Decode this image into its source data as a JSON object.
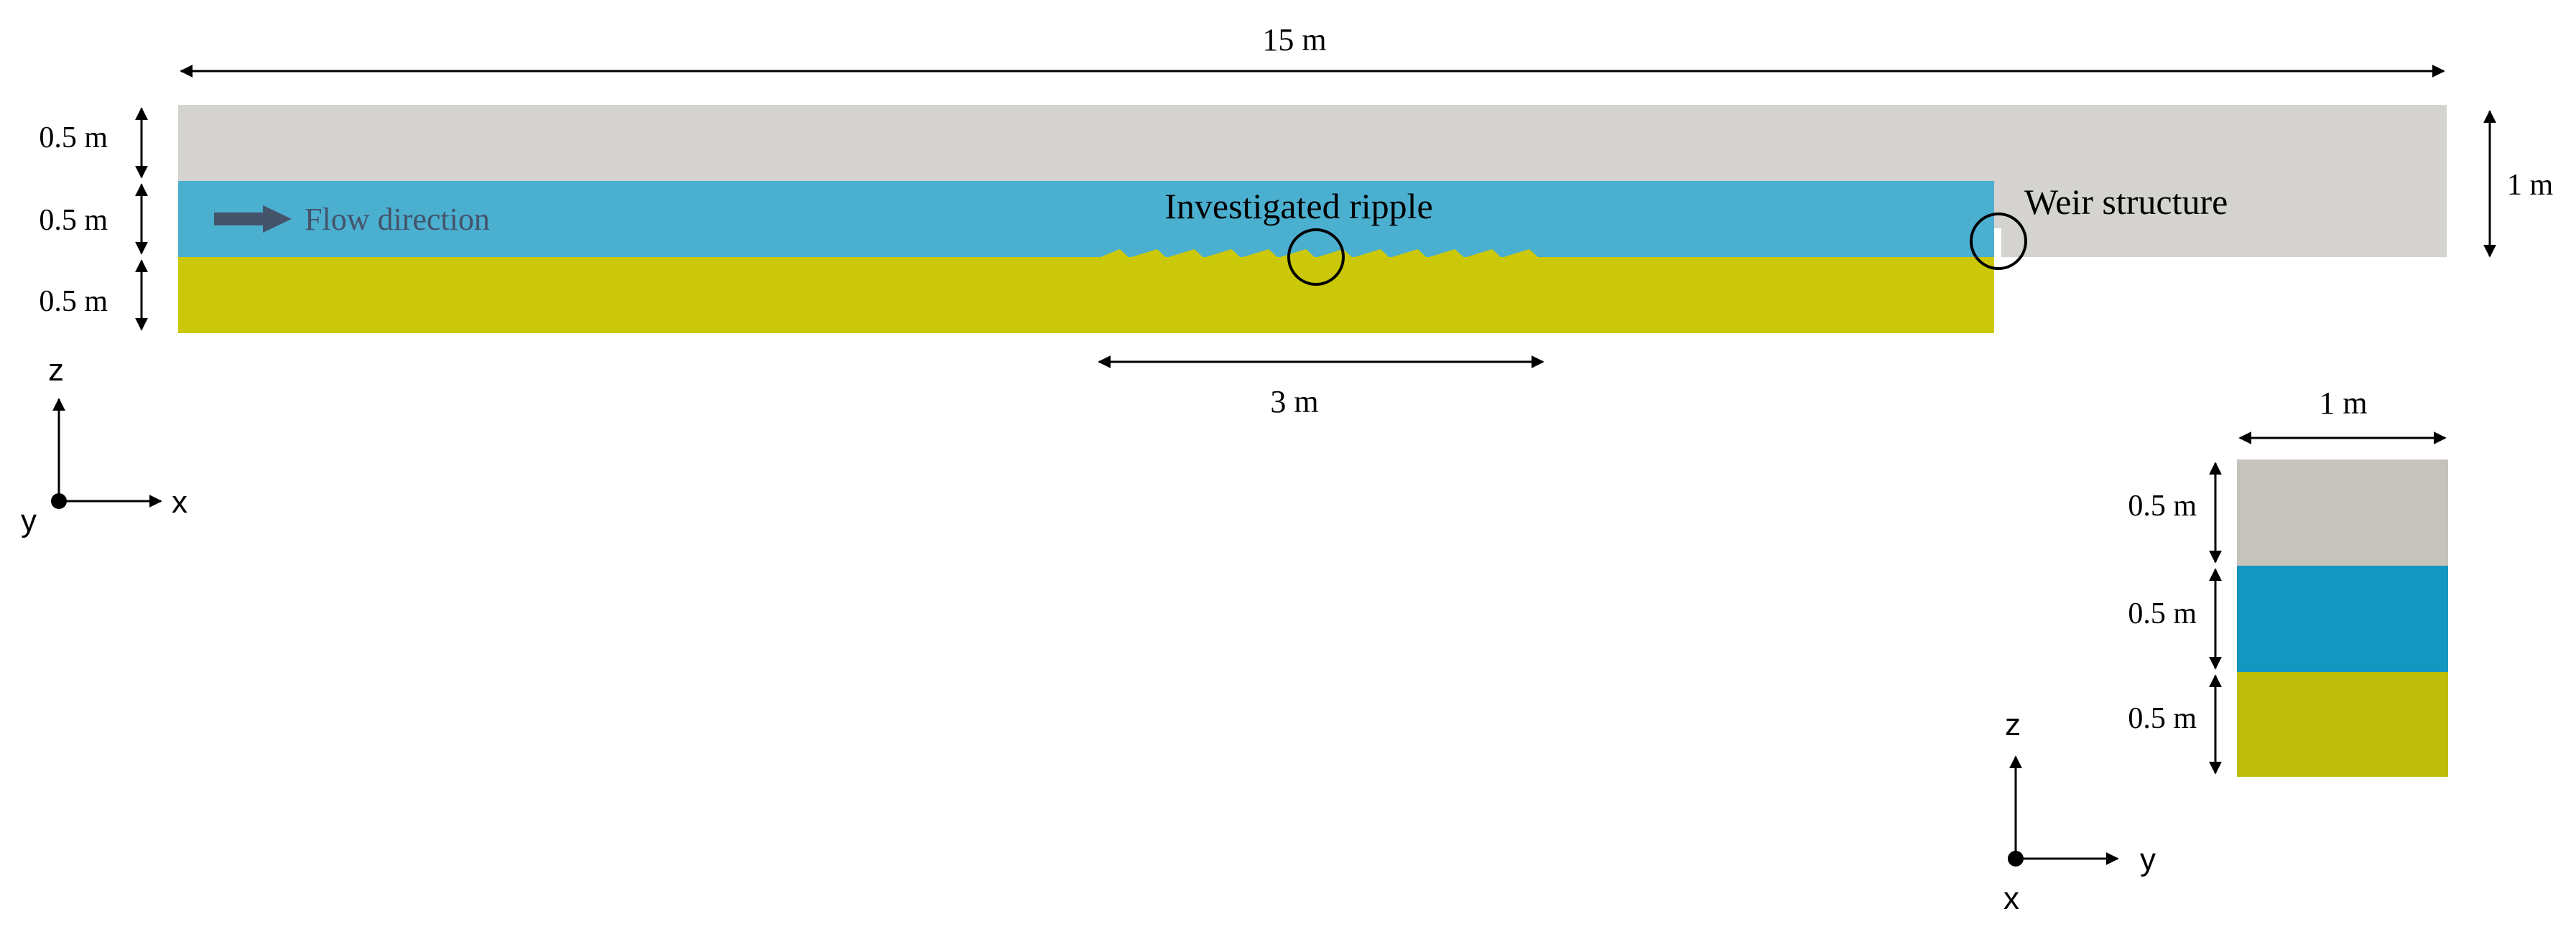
{
  "labels": {
    "total_length": "15 m",
    "air_layer_height": "0.5 m",
    "water_layer_height": "0.5 m",
    "sediment_layer_height": "0.5 m",
    "weir_height": "1 m",
    "flow_direction": "Flow direction",
    "investigated_ripple": "Investigated ripple",
    "weir_structure": "Weir structure",
    "ripple_field_length": "3 m",
    "cross_width": "1 m",
    "cross_air_height": "0.5 m",
    "cross_water_height": "0.5 m",
    "cross_sediment_height": "0.5 m"
  },
  "axes_side": {
    "vertical": "z",
    "horizontal": "x",
    "out_of_plane": "y"
  },
  "axes_cross": {
    "vertical": "z",
    "horizontal": "y",
    "out_of_plane": "x"
  },
  "colors": {
    "air": "#d4d3cf",
    "water": "#4bafd0",
    "sediment": "#cbc80a",
    "cross_air": "#c6c3bc",
    "cross_water": "#1396bf",
    "cross_sediment": "#bfbc0a",
    "flow_arrow": "#44546a"
  }
}
